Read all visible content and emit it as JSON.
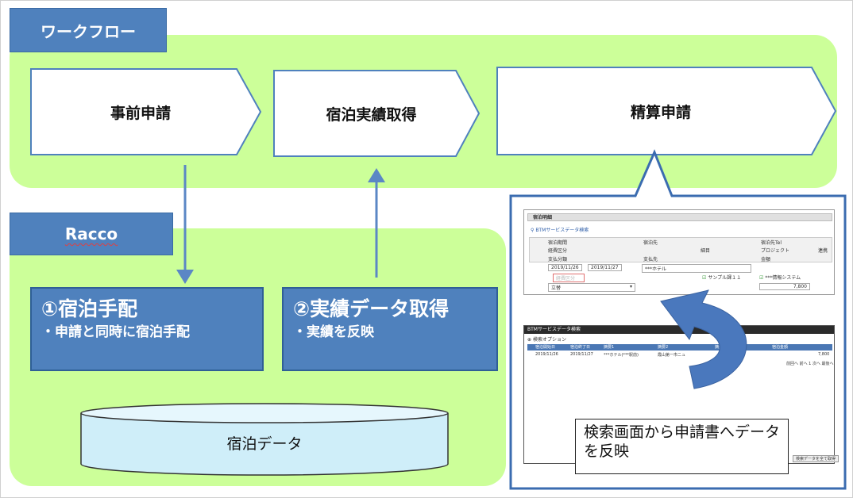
{
  "workflow": {
    "title": "ワークフロー",
    "steps": [
      "事前申請",
      "宿泊実績取得",
      "精算申請"
    ]
  },
  "racco": {
    "title": "Racco",
    "boxes": [
      {
        "title": "①宿泊手配",
        "detail": "・申請と同時に宿泊手配"
      },
      {
        "title": "②実績データ取得",
        "detail": "・実績を反映"
      }
    ],
    "database": "宿泊データ"
  },
  "form_screenshot": {
    "section": "宿泊明細",
    "link": "BTMサービスデータ検索",
    "headers": [
      "宿泊期間",
      "宿泊先",
      "宿泊先Tel",
      "経費区分",
      "細目",
      "プロジェクト",
      "支払分類",
      "支払先",
      "金額",
      "連携"
    ],
    "checkin": "2019/11/26",
    "checkout": "2019/11/27",
    "hotel": "***ホテル",
    "expense_placeholder": "経費区分",
    "payment_class": "立替",
    "project_code": "サンプル課１１",
    "project_name": "***情報システム",
    "amount": "7,800"
  },
  "search_screenshot": {
    "title": "BTMサービスデータ検索",
    "option": "検索オプション",
    "columns": [
      "宿泊開始日",
      "宿泊終了日",
      "摘要1",
      "摘要2",
      "摘要3",
      "宿泊金額"
    ],
    "row": [
      "2019/11/26",
      "2019/11/27",
      "***ホテル(***駅前)",
      "霞山第一市ニュ",
      "",
      "7,800"
    ],
    "pager": "前回へ 前へ 1 次へ 最後へ",
    "button": "検索データを全て取得"
  },
  "callout": "検索画面から申請書へデータを反映",
  "colors": {
    "green": "#ccff99",
    "blue": "#4f81bd",
    "arrow": "#5b87c5"
  }
}
